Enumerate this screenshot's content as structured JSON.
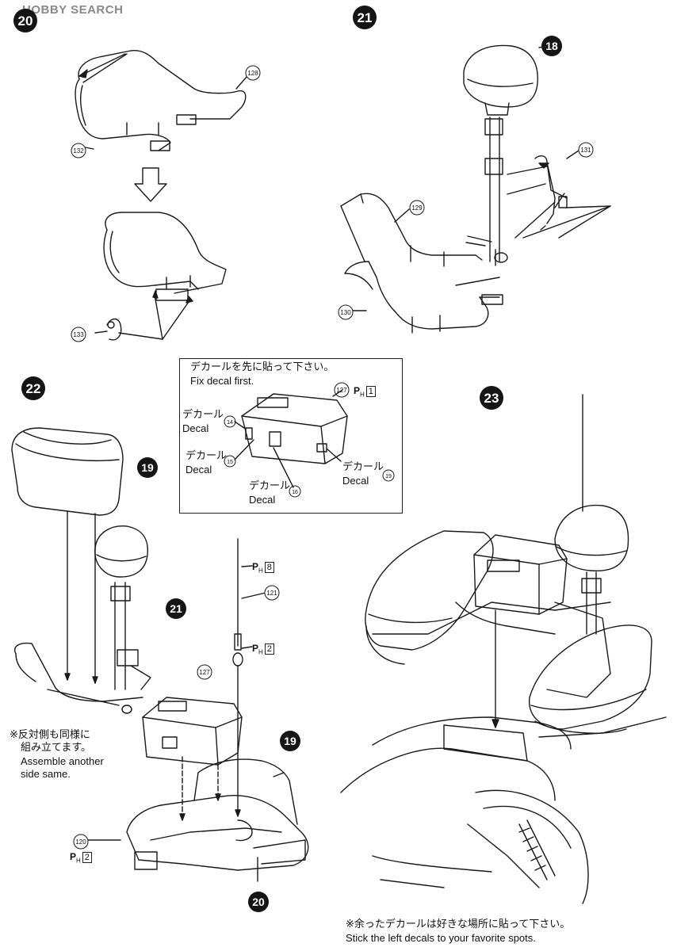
{
  "watermark": {
    "brand": "HOBBY SEARCH"
  },
  "steps": [
    {
      "id": "s20",
      "label": "20"
    },
    {
      "id": "s21",
      "label": "21"
    },
    {
      "id": "s22",
      "label": "22"
    },
    {
      "id": "s23",
      "label": "23"
    }
  ],
  "part_badges": {
    "b18": "18",
    "b19a": "19",
    "b21": "21",
    "b19b": "19",
    "b20": "20"
  },
  "part_numbers": {
    "p128": "128",
    "p132": "132",
    "p133": "133",
    "p131": "131",
    "p129": "129",
    "p130": "130",
    "p127a": "127",
    "p14": "14",
    "p15": "15",
    "p16": "16",
    "p19": "19",
    "p121": "121",
    "p127b": "127",
    "p120": "120"
  },
  "ph_tags": {
    "ph1": "1",
    "ph8": "8",
    "ph2a": "2",
    "ph2b": "2"
  },
  "ph_prefix": "P",
  "ph_sub": "H",
  "decal_box": {
    "line_jp": "デカールを先に貼って下さい。",
    "line_en": "Fix decal first.",
    "decal_jp": "デカール",
    "decal_en": "Decal"
  },
  "step22_note": {
    "jp1": "※反対側も同様に",
    "jp2": "組み立てます。",
    "en1": "Assemble another",
    "en2": "side same."
  },
  "bottom_note": {
    "jp": "※余ったデカールは好きな場所に貼って下さい。",
    "en": "Stick the left decals to your favorite spots."
  },
  "colors": {
    "line": "#1a1a1a",
    "badge": "#151515",
    "watermark": "#8a8a8a"
  }
}
